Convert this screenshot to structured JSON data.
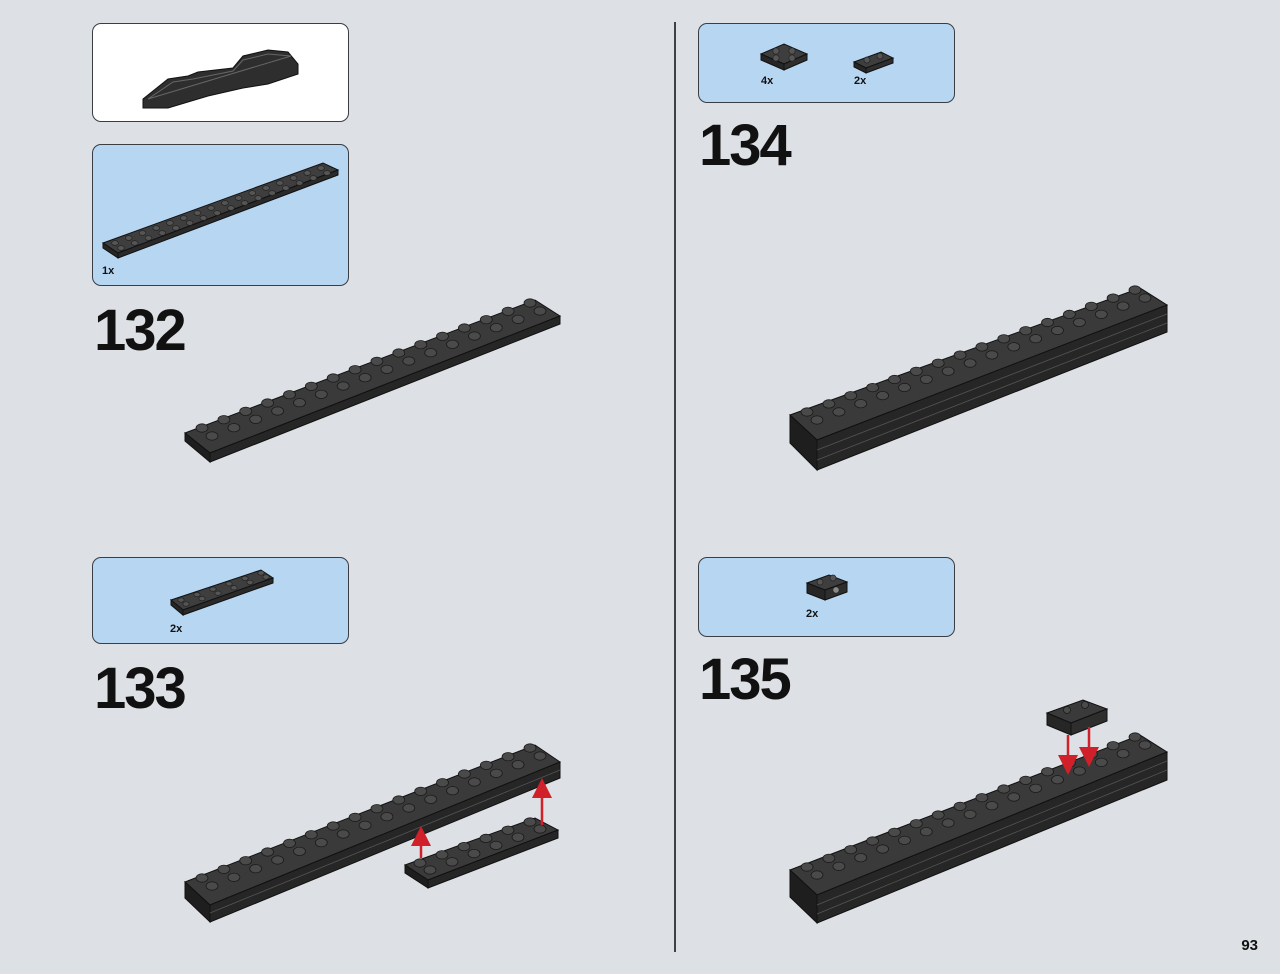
{
  "page": {
    "number": "93"
  },
  "steps": [
    {
      "number": "132",
      "parts": [
        {
          "qty": "1x"
        }
      ]
    },
    {
      "number": "133",
      "parts": [
        {
          "qty": "2x"
        }
      ]
    },
    {
      "number": "134",
      "parts": [
        {
          "qty": "4x"
        },
        {
          "qty": "2x"
        }
      ]
    },
    {
      "number": "135",
      "parts": [
        {
          "qty": "2x"
        }
      ]
    }
  ],
  "colors": {
    "page_bg": "#dde0e4",
    "callout_bg": "#b6d6f2",
    "brick": "#3b3b3b",
    "arrow": "#d0202a"
  }
}
